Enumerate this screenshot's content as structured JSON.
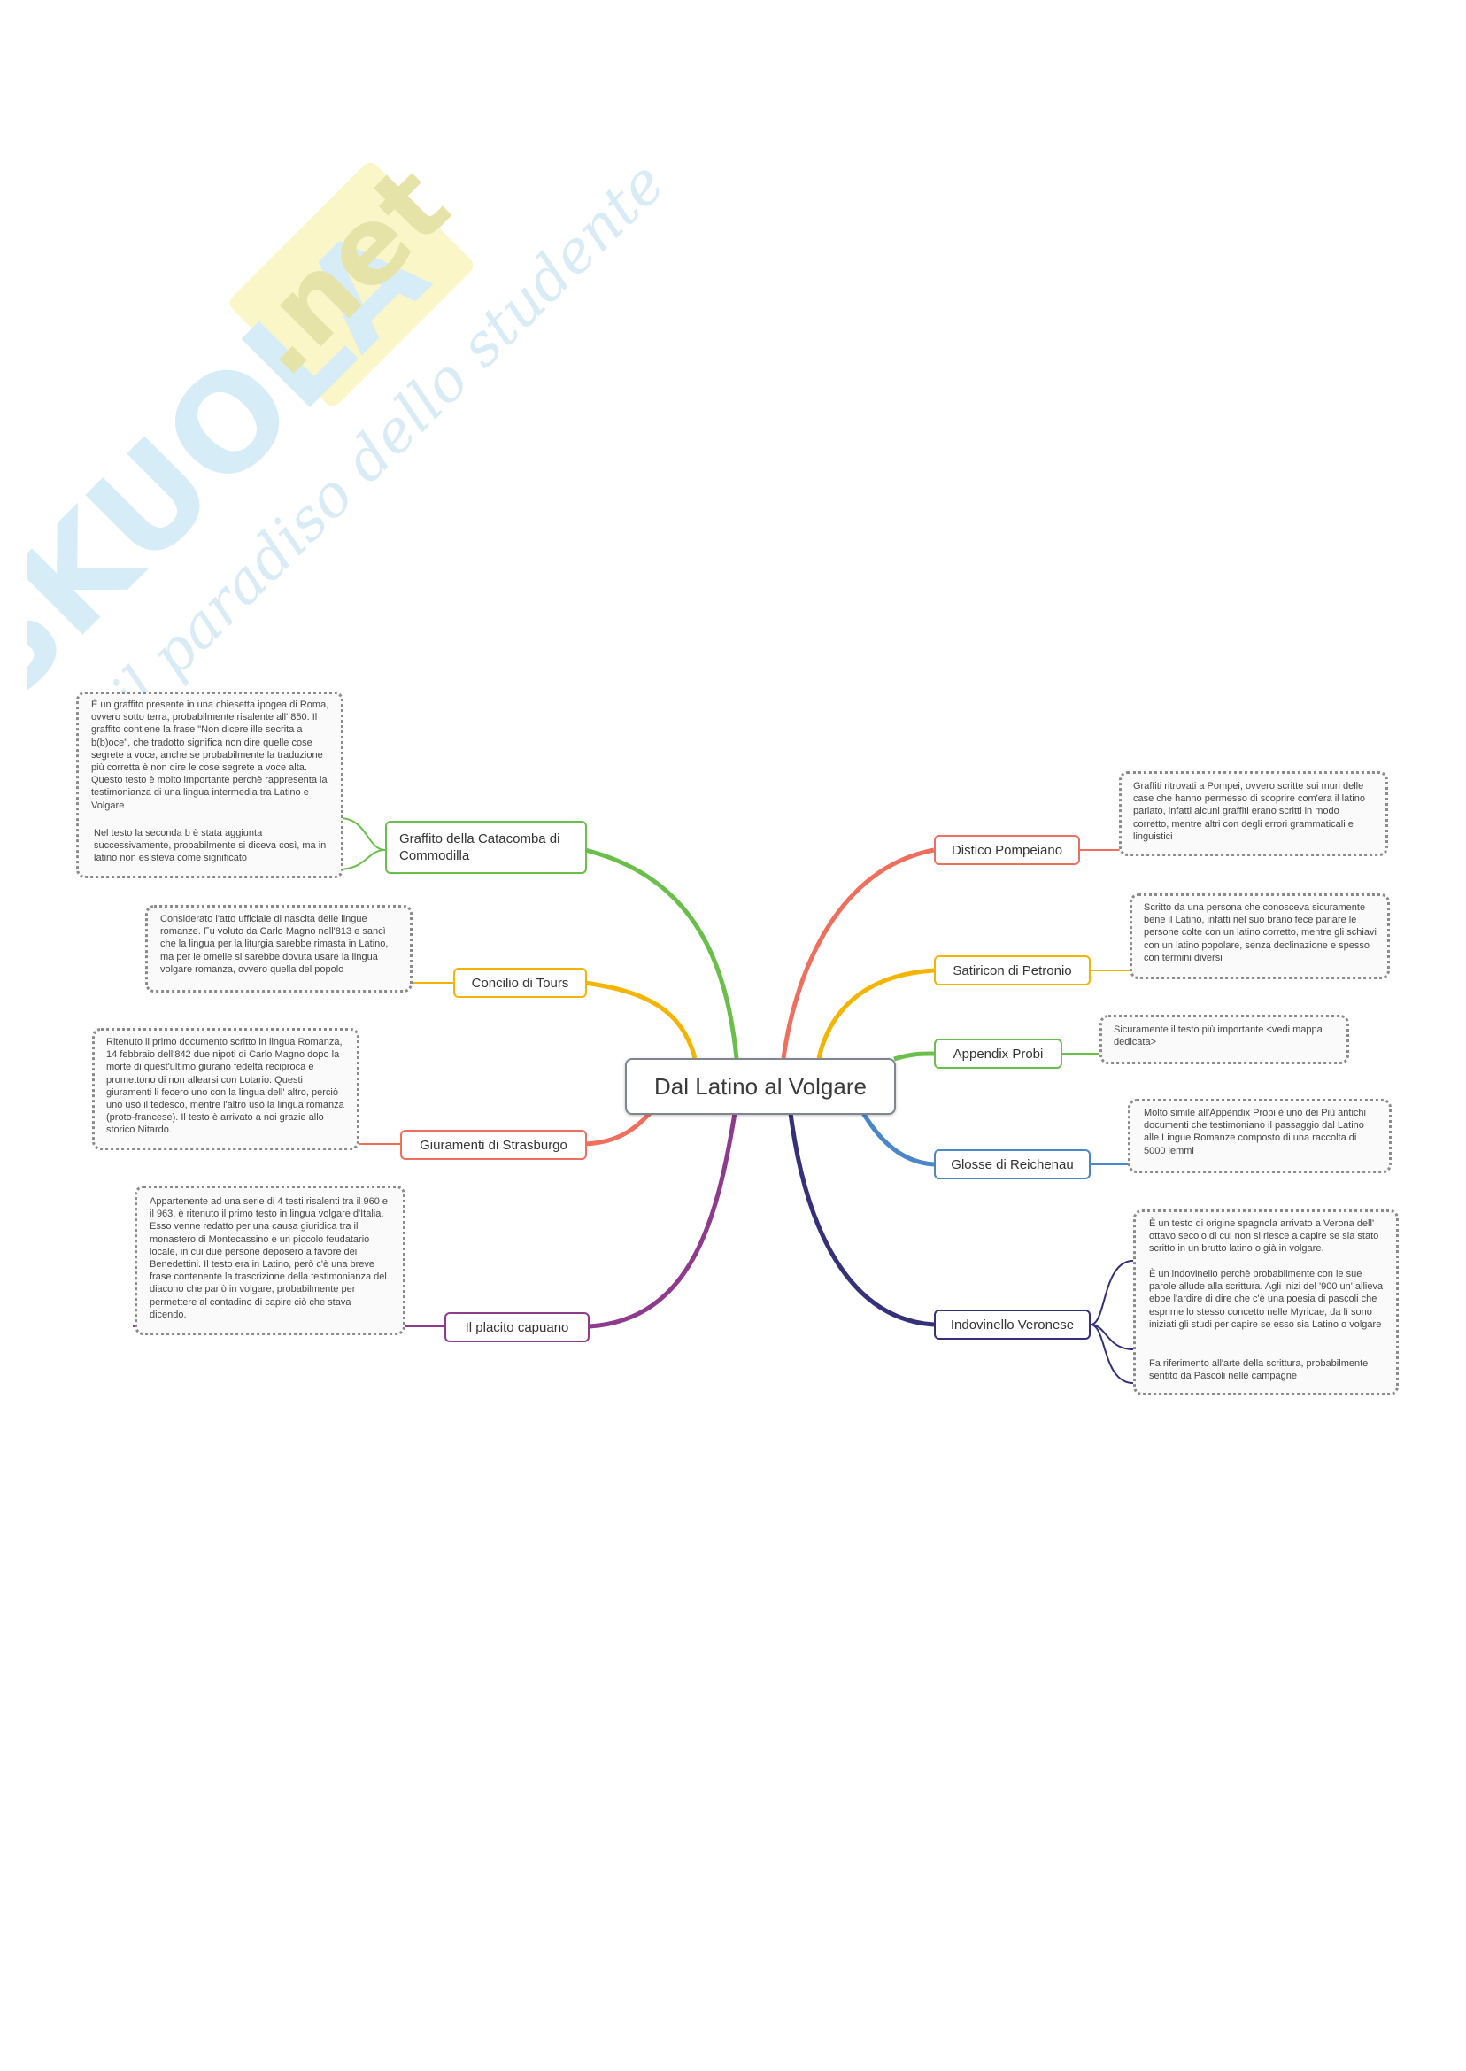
{
  "watermark": {
    "brand": "SKUOLA",
    "domain": ".net",
    "tagline": "il paradiso dello studente"
  },
  "root": {
    "title": "Dal Latino al Volgare"
  },
  "colors": {
    "green": "#6abf4b",
    "orange": "#f5b400",
    "red": "#ef6f5e",
    "purple": "#8e3b8e",
    "blue": "#4a86c8",
    "navy": "#34307a"
  },
  "topics": [
    {
      "id": "graffito",
      "label": "Graffito della Catacomba di Commodilla",
      "notes": [
        "È un graffito presente in una chiesetta ipogea di Roma, ovvero sotto terra, probabilmente risalente all' 850. Il graffito contiene la frase \"Non dicere ille secrita a b(b)oce\", che tradotto significa non dire quelle cose segrete a voce, anche se probabilmente la traduzione più corretta è non dire le cose segrete a voce alta. Questo testo è molto importante perchè rappresenta la testimonianza di una lingua intermedia tra Latino e Volgare",
        "Nel testo la seconda b è stata aggiunta successivamente, probabilmente si diceva così, ma in latino non esisteva come significato"
      ]
    },
    {
      "id": "tours",
      "label": "Concilio di Tours",
      "notes": [
        "Considerato l'atto ufficiale di nascita delle lingue romanze. Fu voluto da Carlo Magno nell'813 e sancì che la lingua per la liturgia sarebbe rimasta in Latino, ma per le omelie si sarebbe dovuta usare la lingua volgare romanza, ovvero quella del popolo"
      ]
    },
    {
      "id": "strasburgo",
      "label": "Giuramenti di Strasburgo",
      "notes": [
        "Ritenuto il primo documento scritto in lingua Romanza, 14 febbraio dell'842 due nipoti di Carlo Magno dopo la morte di quest'ultimo giurano fedeltà reciproca e promettono di non allearsi con Lotario. Questi giuramenti li fecero uno con la lingua dell' altro, perciò uno usò il tedesco, mentre l'altro usò la lingua romanza (proto-francese). Il testo è arrivato a noi grazie allo storico Nitardo."
      ]
    },
    {
      "id": "placito",
      "label": "Il placito capuano",
      "notes": [
        "Appartenente ad una serie di 4 testi risalenti tra il 960 e il 963, è ritenuto il primo testo in lingua volgare d'Italia. Esso venne redatto per una causa giuridica tra il monastero di Montecassino e un piccolo feudatario locale, in cui due persone deposero a favore dei Benedettini. Il testo era in Latino, però c'è una breve frase contenente la trascrizione della testimonianza del diacono che parlò in volgare, probabilmente per permettere al contadino di capire ciò che stava dicendo."
      ]
    },
    {
      "id": "distico",
      "label": "Distico Pompeiano",
      "notes": [
        "Graffiti ritrovati a Pompei, ovvero scritte sui muri delle case che hanno permesso di scoprire com'era il latino parlato, infatti alcuni graffiti erano scritti in modo corretto, mentre altri con degli errori grammaticali e linguistici"
      ]
    },
    {
      "id": "satiricon",
      "label": "Satiricon di Petronio",
      "notes": [
        "Scritto da una persona che conosceva sicuramente bene il Latino, infatti nel suo brano fece parlare le persone colte con un latino corretto, mentre gli schiavi con un latino popolare, senza declinazione e spesso con termini diversi"
      ]
    },
    {
      "id": "appendix",
      "label": "Appendix Probi",
      "notes": [
        "Sicuramente il testo più importante <vedi mappa dedicata>"
      ]
    },
    {
      "id": "glosse",
      "label": "Glosse di Reichenau",
      "notes": [
        "Molto simile all'Appendix Probi è uno dei Più antichi documenti che testimoniano il passaggio dal Latino alle Lingue Romanze composto di una raccolta di 5000 lemmi"
      ]
    },
    {
      "id": "indovinello",
      "label": "Indovinello Veronese",
      "notes": [
        "È un testo di origine spagnola arrivato a Verona dell' ottavo secolo di cui non si riesce a capire se sia stato scritto in un brutto latino o già in volgare.",
        "È un indovinello perchè probabilmente con le sue parole allude alla scrittura. Agli inizi del '900 un' allieva ebbe l'ardire di dire che c'è una poesia di pascoli che esprime lo stesso concetto nelle Myricae, da lì sono iniziati gli studi per capire se esso sia Latino o volgare",
        "Fa riferimento all'arte della scrittura, probabilmente sentito da Pascoli nelle campagne"
      ]
    }
  ]
}
